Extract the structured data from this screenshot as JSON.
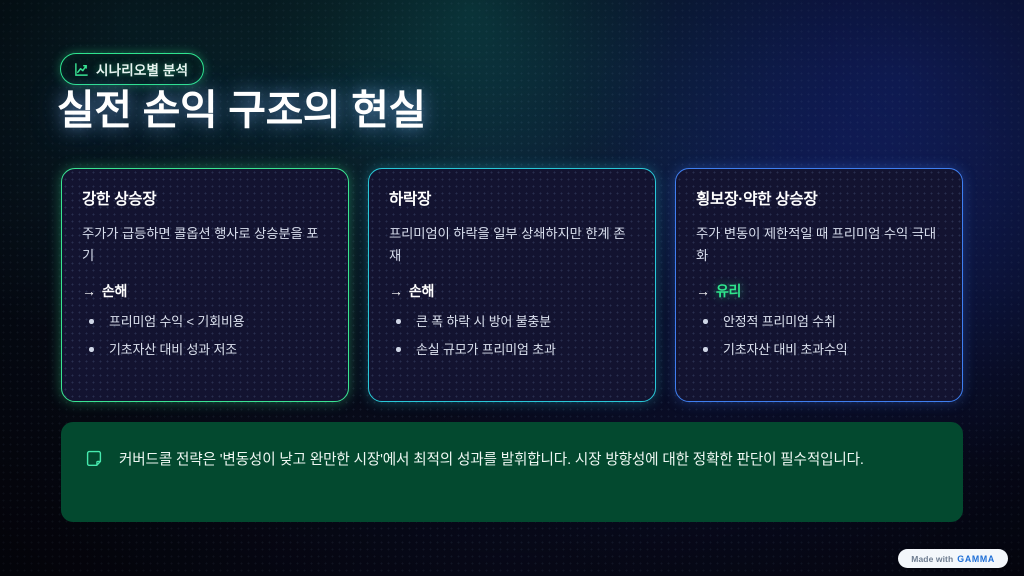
{
  "badge": {
    "icon": "line-chart-icon",
    "label": "시나리오별 분석"
  },
  "title": "실전 손익 구조의 현실",
  "accents": {
    "green": "#3ae492",
    "cyan": "#29c8d8",
    "blue": "#3f7ff0",
    "banner_bg": "#03492f"
  },
  "cards": [
    {
      "title": "강한 상승장",
      "description": "주가가 급등하면 콜옵션 행사로 상승분을 포기",
      "verdict_arrow": "→",
      "verdict": "손해",
      "verdict_tone": "bad",
      "points": [
        "프리미엄 수익 < 기회비용",
        "기초자산 대비 성과 저조"
      ]
    },
    {
      "title": "하락장",
      "description": "프리미엄이 하락을 일부 상쇄하지만 한계 존재",
      "verdict_arrow": "→",
      "verdict": "손해",
      "verdict_tone": "bad",
      "points": [
        "큰 폭 하락 시 방어 불충분",
        "손실 규모가 프리미엄 초과"
      ]
    },
    {
      "title": "횡보장·약한 상승장",
      "description": "주가 변동이 제한적일 때 프리미엄 수익 극대화",
      "verdict_arrow": "→",
      "verdict": "유리",
      "verdict_tone": "good",
      "points": [
        "안정적 프리미엄 수취",
        "기초자산 대비 초과수익"
      ]
    }
  ],
  "banner": {
    "icon": "note-icon",
    "text": "커버드콜 전략은 '변동성이 낮고 완만한 시장'에서 최적의 성과를 발휘합니다. 시장 방향성에 대한 정확한 판단이 필수적입니다."
  },
  "gamma_badge": {
    "prefix": "Made with",
    "brand": "GAMMA"
  }
}
